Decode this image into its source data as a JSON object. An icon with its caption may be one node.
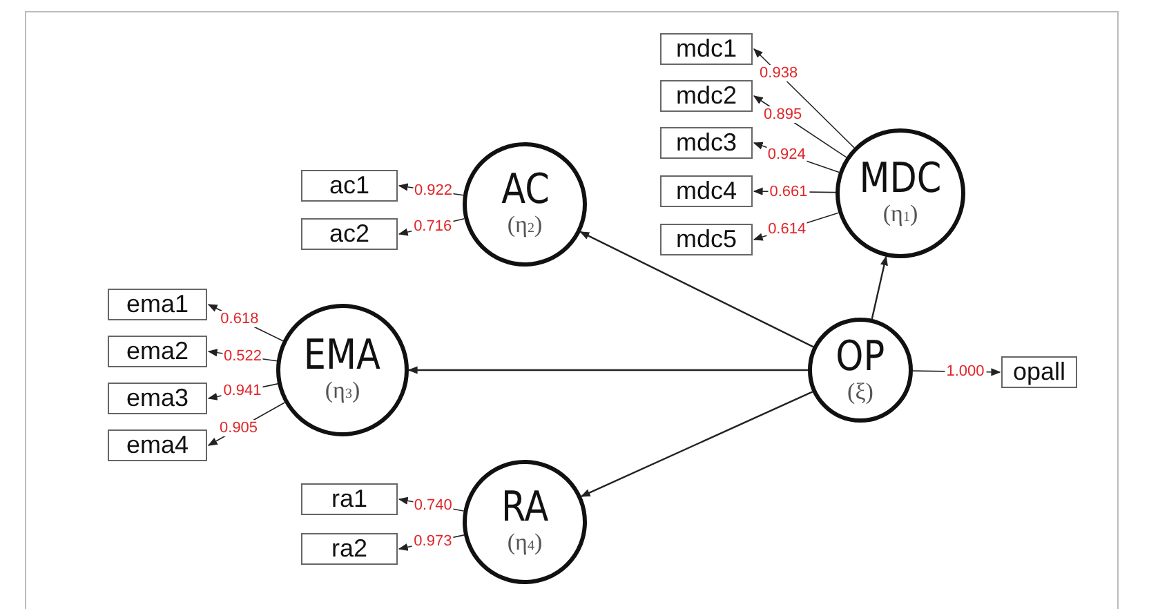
{
  "diagram": {
    "nodes": [
      {
        "text": [
          "MDC",
          "(η$_{1}$)"
        ]
      },
      {
        "text": [
          "mdc1"
        ]
      },
      {
        "text": [
          "mdc2"
        ]
      },
      {
        "text": [
          "mdc3"
        ]
      },
      {
        "text": [
          "mdc4"
        ]
      },
      {
        "text": [
          "mdc5"
        ]
      },
      {
        "text": [
          "AC",
          "(η$_{2}$)"
        ]
      },
      {
        "text": [
          "ac1"
        ]
      },
      {
        "text": [
          "ac2"
        ]
      },
      {
        "text": [
          "EMA",
          "(η$_{3}$)"
        ]
      },
      {
        "text": [
          "ema1"
        ]
      },
      {
        "text": [
          "ema2"
        ]
      },
      {
        "text": [
          "ema3"
        ]
      },
      {
        "text": [
          "ema4"
        ]
      },
      {
        "text": [
          "OP",
          "(ξ)"
        ]
      },
      {
        "text": [
          "opall"
        ]
      },
      {
        "text": [
          "RA",
          "(η$_{4}$)"
        ]
      },
      {
        "text": [
          "ra1"
        ]
      },
      {
        "text": [
          "ra2"
        ]
      }
    ],
    "edges": [
      {
        "from": 0,
        "to": 1,
        "arrow": "to",
        "label": "0.938"
      },
      {
        "from": 0,
        "to": 2,
        "arrow": "to",
        "label": "0.895"
      },
      {
        "from": 0,
        "to": 3,
        "arrow": "to",
        "label": "0.924"
      },
      {
        "from": 0,
        "to": 4,
        "arrow": "to",
        "label": "0.661"
      },
      {
        "from": 0,
        "to": 5,
        "arrow": "to",
        "label": "0.614"
      },
      {
        "from": 6,
        "to": 7,
        "arrow": "to",
        "label": "0.922"
      },
      {
        "from": 6,
        "to": 8,
        "arrow": "to",
        "label": "0.716"
      },
      {
        "from": 9,
        "to": 10,
        "arrow": "to",
        "label": "0.618"
      },
      {
        "from": 9,
        "to": 11,
        "arrow": "to",
        "label": "0.522"
      },
      {
        "from": 9,
        "to": 12,
        "arrow": "to",
        "label": "0.941"
      },
      {
        "from": 9,
        "to": 13,
        "arrow": "to",
        "label": "0.905"
      },
      {
        "from": 14,
        "to": 15,
        "arrow": "to",
        "label": "1.000"
      },
      {
        "from": 16,
        "to": 17,
        "arrow": "to",
        "label": "0.740"
      },
      {
        "from": 16,
        "to": 18,
        "arrow": "to",
        "label": "0.973"
      },
      {
        "from": 14,
        "to": 0,
        "arrow": "to"
      },
      {
        "from": 14,
        "to": 6,
        "arrow": "to"
      },
      {
        "from": 14,
        "to": 9,
        "arrow": "to"
      },
      {
        "from": 14,
        "to": 16,
        "arrow": "to"
      }
    ]
  }
}
